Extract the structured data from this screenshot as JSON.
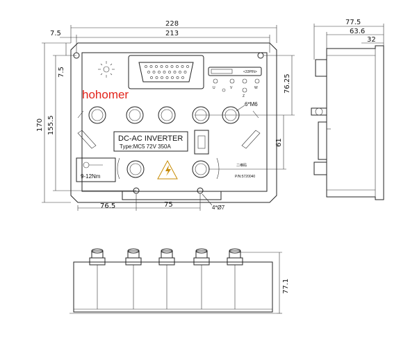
{
  "brand": {
    "name": "hohomer",
    "color": "#e2231a"
  },
  "product": {
    "title": "DC-AC INVERTER",
    "spec": "Type:MC5  72V  350A",
    "part_no": "P/N:5720040"
  },
  "labels": {
    "torque": "9-12Nm",
    "bolt_callout": "6*M6",
    "hole_callout": "4*Ø7",
    "chinese_mark": "二维码",
    "signal_header": "<33PIN>"
  },
  "phase_labels": [
    "U",
    "V",
    "Z",
    "W"
  ],
  "dimensions": {
    "overall_width": "228",
    "mount_spacing_width": "213",
    "edge_offset_left": "7.5",
    "edge_offset_top": "7.5",
    "overall_height": "170",
    "mount_spacing_height": "155.5",
    "upper_offset": "76.25",
    "right_vertical": "61",
    "bottom_left": "76.5",
    "bottom_middle": "75",
    "side_depth_total": "77.5",
    "side_depth_mid": "63.6",
    "side_depth_small": "32",
    "front_height": "77.1"
  },
  "icons": [
    "sun-led-icon",
    "warning-triangle-icon",
    "wrench-icon"
  ]
}
